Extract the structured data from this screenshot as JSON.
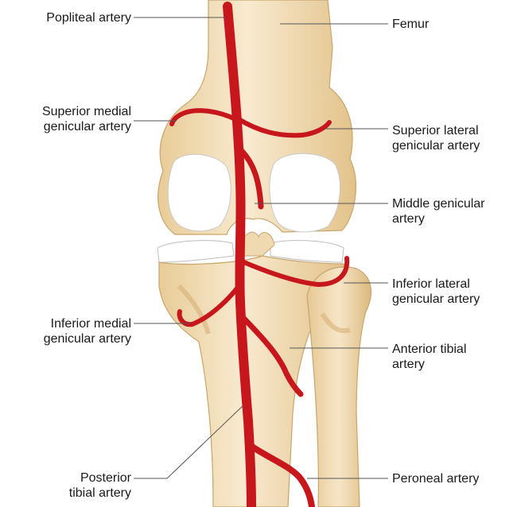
{
  "labels": {
    "popliteal_artery": "Popliteal artery",
    "femur": "Femur",
    "superior_medial_line1": "Superior medial",
    "superior_medial_line2": "genicular artery",
    "superior_lateral_line1": "Superior lateral",
    "superior_lateral_line2": "genicular artery",
    "middle_genicular_line1": "Middle genicular",
    "middle_genicular_line2": "artery",
    "inferior_lateral_line1": "Inferior lateral",
    "inferior_lateral_line2": "genicular artery",
    "inferior_medial_line1": "Inferior medial",
    "inferior_medial_line2": "genicular artery",
    "anterior_tibial_line1": "Anterior tibial",
    "anterior_tibial_line2": "artery",
    "posterior_tibial_line1": "Posterior",
    "posterior_tibial_line2": "tibial artery",
    "peroneal_artery": "Peroneal artery"
  },
  "colors": {
    "bone": "#f3e2bc",
    "bone_shade": "#d9b77e",
    "cartilage": "#ffffff",
    "artery": "#c8161d",
    "artery_dark": "#9c0f14",
    "leader": "#555555"
  }
}
